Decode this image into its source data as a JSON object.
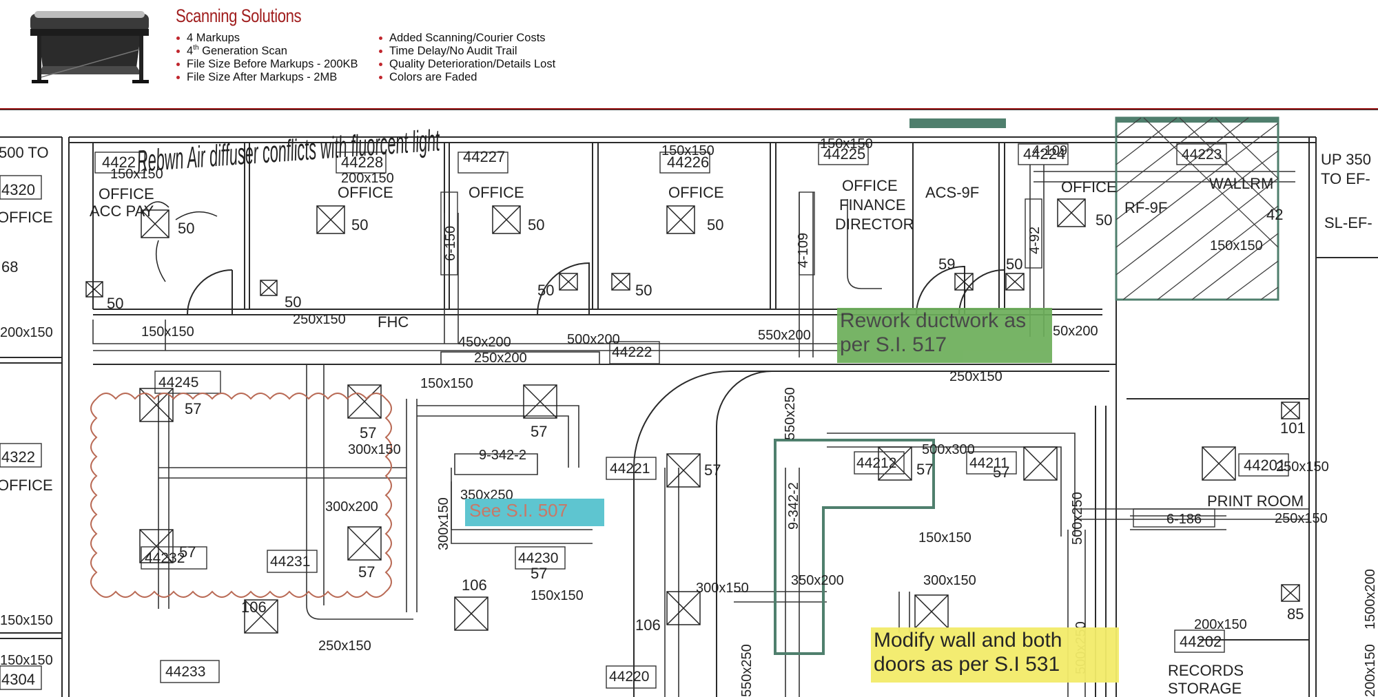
{
  "header": {
    "title": "Scanning Solutions",
    "left_bullets": [
      "4 Markups",
      "4th Generation Scan",
      "File Size Before Markups - 200KB",
      "File Size After Markups - 2MB"
    ],
    "left_bullet_2_prefix": "4",
    "left_bullet_2_sup": "th",
    "left_bullet_2_suffix": " Generation Scan",
    "right_bullets": [
      "Added Scanning/Courier Costs",
      "Time Delay/No Audit Trail",
      "Quality Deterioration/Details Lost",
      "Colors are Faded"
    ]
  },
  "markups": {
    "green_callout": "Rework ductwork as per S.I. 517",
    "cyan_callout": "See S.I. 507",
    "yellow_callout": "Modify wall and both doors as per S.I 531",
    "handwritten_note": "Rebwn Air diffuser conflicts with fluorcent light"
  },
  "rooms": {
    "r1": "OFFICE",
    "r1_tag": "4422",
    "r1_sub": "ACC PAY",
    "r2": "OFFICE",
    "r2_tag": "44228",
    "r3": "OFFICE",
    "r3_tag": "44227",
    "r4": "OFFICE",
    "r4_tag": "44226",
    "r5": "OFFICE",
    "r5_tag": "44225",
    "r5_sub": "FINANCE",
    "r5_sub2": "DIRECTOR",
    "r6": "ACS-9F",
    "r7": "OFFICE",
    "r7_tag": "44224",
    "r8": "RF-9F",
    "r8_b": "WALLRM",
    "r9": "PRINT ROOM",
    "r9_tag": "44201",
    "r10": "RECORDS",
    "r10_b": "STORAGE",
    "r10_tag": "44202",
    "left1": "OFFICE",
    "left1_tag": "4320",
    "left2": "OFFICE",
    "left2_tag": "4322",
    "left3_tag": "4304",
    "fhc": "FHC"
  },
  "tags": [
    "44245",
    "44232",
    "44231",
    "44230",
    "44233",
    "44222",
    "44221",
    "44220",
    "44211",
    "44212",
    "44223"
  ],
  "dims": {
    "d1": "150x150",
    "d2": "250x150",
    "d3": "450x200",
    "d4": "250x200",
    "d5": "500x200",
    "d6": "550x200",
    "d7": "250x150",
    "d8": "150x150",
    "d9": "300x150",
    "d10": "350x250",
    "d11": "300x200",
    "d12": "300x150",
    "d13": "150x150",
    "d14": "9-342-2",
    "d15": "9-342-2",
    "d16": "500x300",
    "d17": "150x150",
    "d18": "350x200",
    "d19": "300x150",
    "d20": "500x250",
    "d21": "250x150",
    "d22": "6-186",
    "d23": "250x150",
    "d24": "200x150",
    "d25": "150x150",
    "d26": "250x150",
    "d27": "4-109",
    "d28": "6-150",
    "d29": "4-92",
    "d30": "50x200",
    "d31": "300x150",
    "d32": "500x250",
    "d33": "200x150",
    "d34": "250x150",
    "d35": "150x150",
    "d36": "150x150",
    "d37": "200x150",
    "d38": "550x250",
    "d39": "1500x200",
    "d40": "200x150",
    "d41": "250x150"
  },
  "flows": {
    "f50": "50",
    "f57": "57",
    "f106": "106",
    "f59": "59",
    "f42": "42",
    "f101": "101",
    "f85": "85",
    "f68": "68",
    "f500": "500 TO"
  },
  "edge": {
    "up": "UP 350",
    "to_ef": "TO EF-",
    "sl": "SL-EF-"
  },
  "colors": {
    "brand_red": "#a01e1e",
    "bullet_red": "#c0262d",
    "green_markup": "#6cae5a",
    "cyan_markup": "#4dbfcb",
    "yellow_markup": "#f3ec6a",
    "cloud": "#b96a55",
    "hatch_box": "#4f7f6d"
  }
}
